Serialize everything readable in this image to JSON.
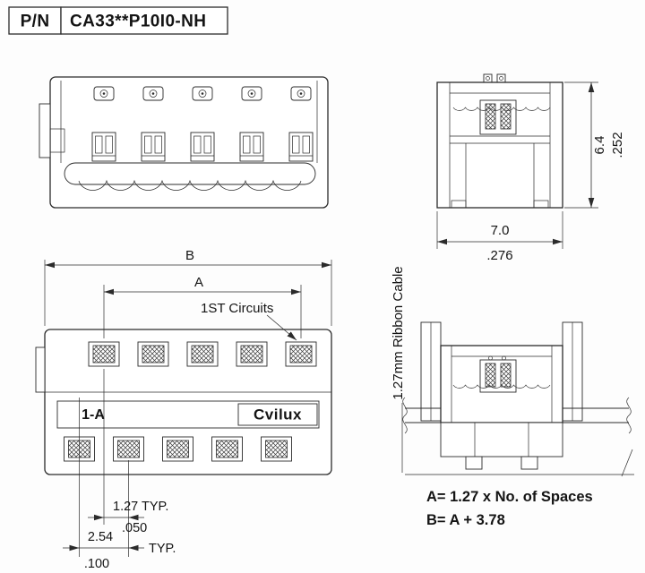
{
  "title_block": {
    "pn_label": "P/N",
    "pn_value": "CA33**P10I0-NH"
  },
  "side_view": {
    "height_mm": "6.4",
    "height_in": ".252",
    "width_mm": "7.0",
    "width_in": ".276"
  },
  "bottom_view": {
    "dim_b": "B",
    "dim_a": "A",
    "first_circuits": "1ST Circuits",
    "marking_left": "1-A",
    "marking_brand": "Cvilux",
    "pitch_typ": "1.27 TYP.",
    "pitch_in": ".050",
    "spacing_mm": "2.54",
    "spacing_typ": "TYP.",
    "spacing_in": ".100"
  },
  "cable_view": {
    "ribbon_label": "1.27mm Ribbon Cable"
  },
  "formulas": {
    "formula_a": "A= 1.27 x No. of Spaces",
    "formula_b": "B= A + 3.78"
  },
  "colors": {
    "line": "#2b2b2b",
    "text": "#141414",
    "background": "#ffffff"
  }
}
